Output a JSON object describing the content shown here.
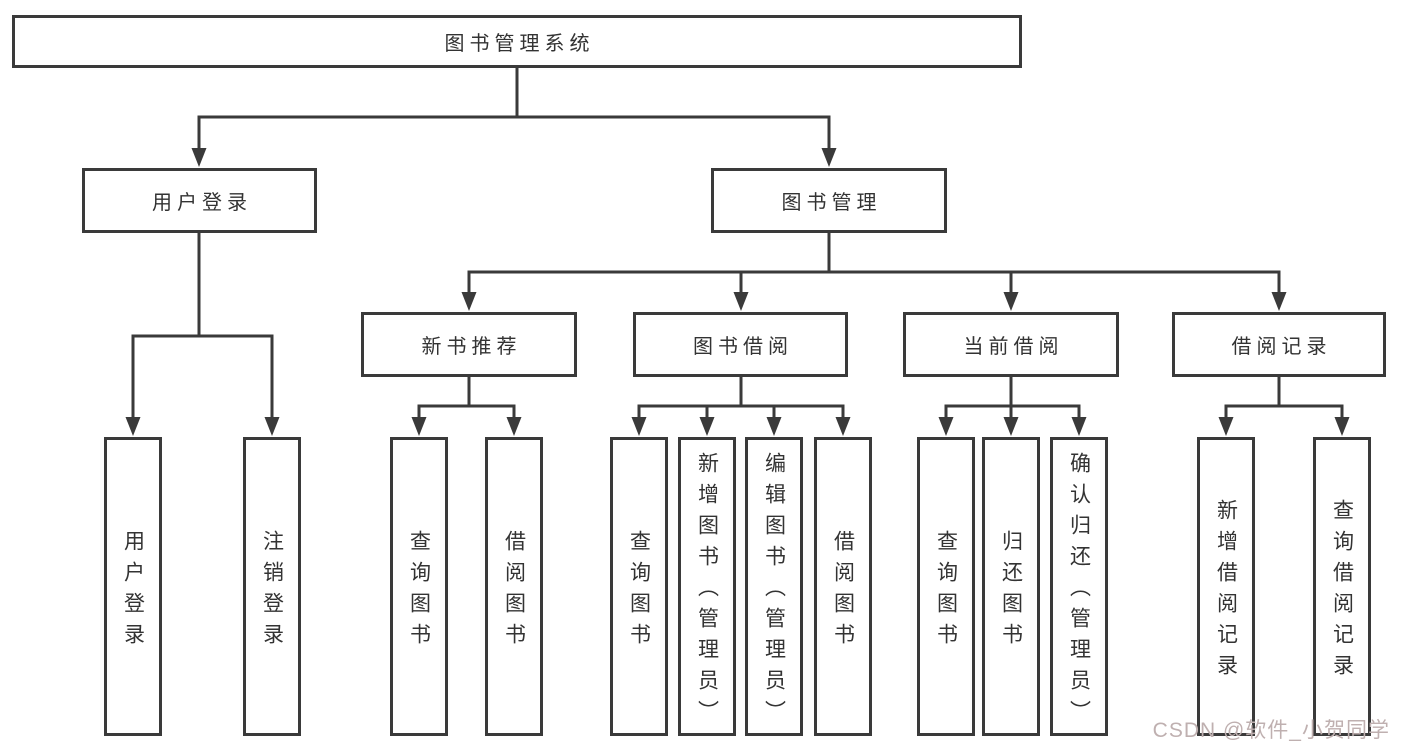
{
  "tree": {
    "label": "图书管理系统",
    "children": [
      {
        "label": "用户登录",
        "children": [
          {
            "label": "用户登录"
          },
          {
            "label": "注销登录"
          }
        ]
      },
      {
        "label": "图书管理",
        "children": [
          {
            "label": "新书推荐",
            "children": [
              {
                "label": "查询图书"
              },
              {
                "label": "借阅图书"
              }
            ]
          },
          {
            "label": "图书借阅",
            "children": [
              {
                "label": "查询图书"
              },
              {
                "label": "新增图书（管理员）"
              },
              {
                "label": "编辑图书（管理员）"
              },
              {
                "label": "借阅图书"
              }
            ]
          },
          {
            "label": "当前借阅",
            "children": [
              {
                "label": "查询图书"
              },
              {
                "label": "归还图书"
              },
              {
                "label": "确认归还（管理员）"
              }
            ]
          },
          {
            "label": "借阅记录",
            "children": [
              {
                "label": "新增借阅记录"
              },
              {
                "label": "查询借阅记录"
              }
            ]
          }
        ]
      }
    ]
  },
  "watermark": "CSDN @软件_小贺同学",
  "colors": {
    "line": "#3a3a3a",
    "text": "#333333",
    "background": "#ffffff",
    "watermark": "#bfb0b0"
  }
}
